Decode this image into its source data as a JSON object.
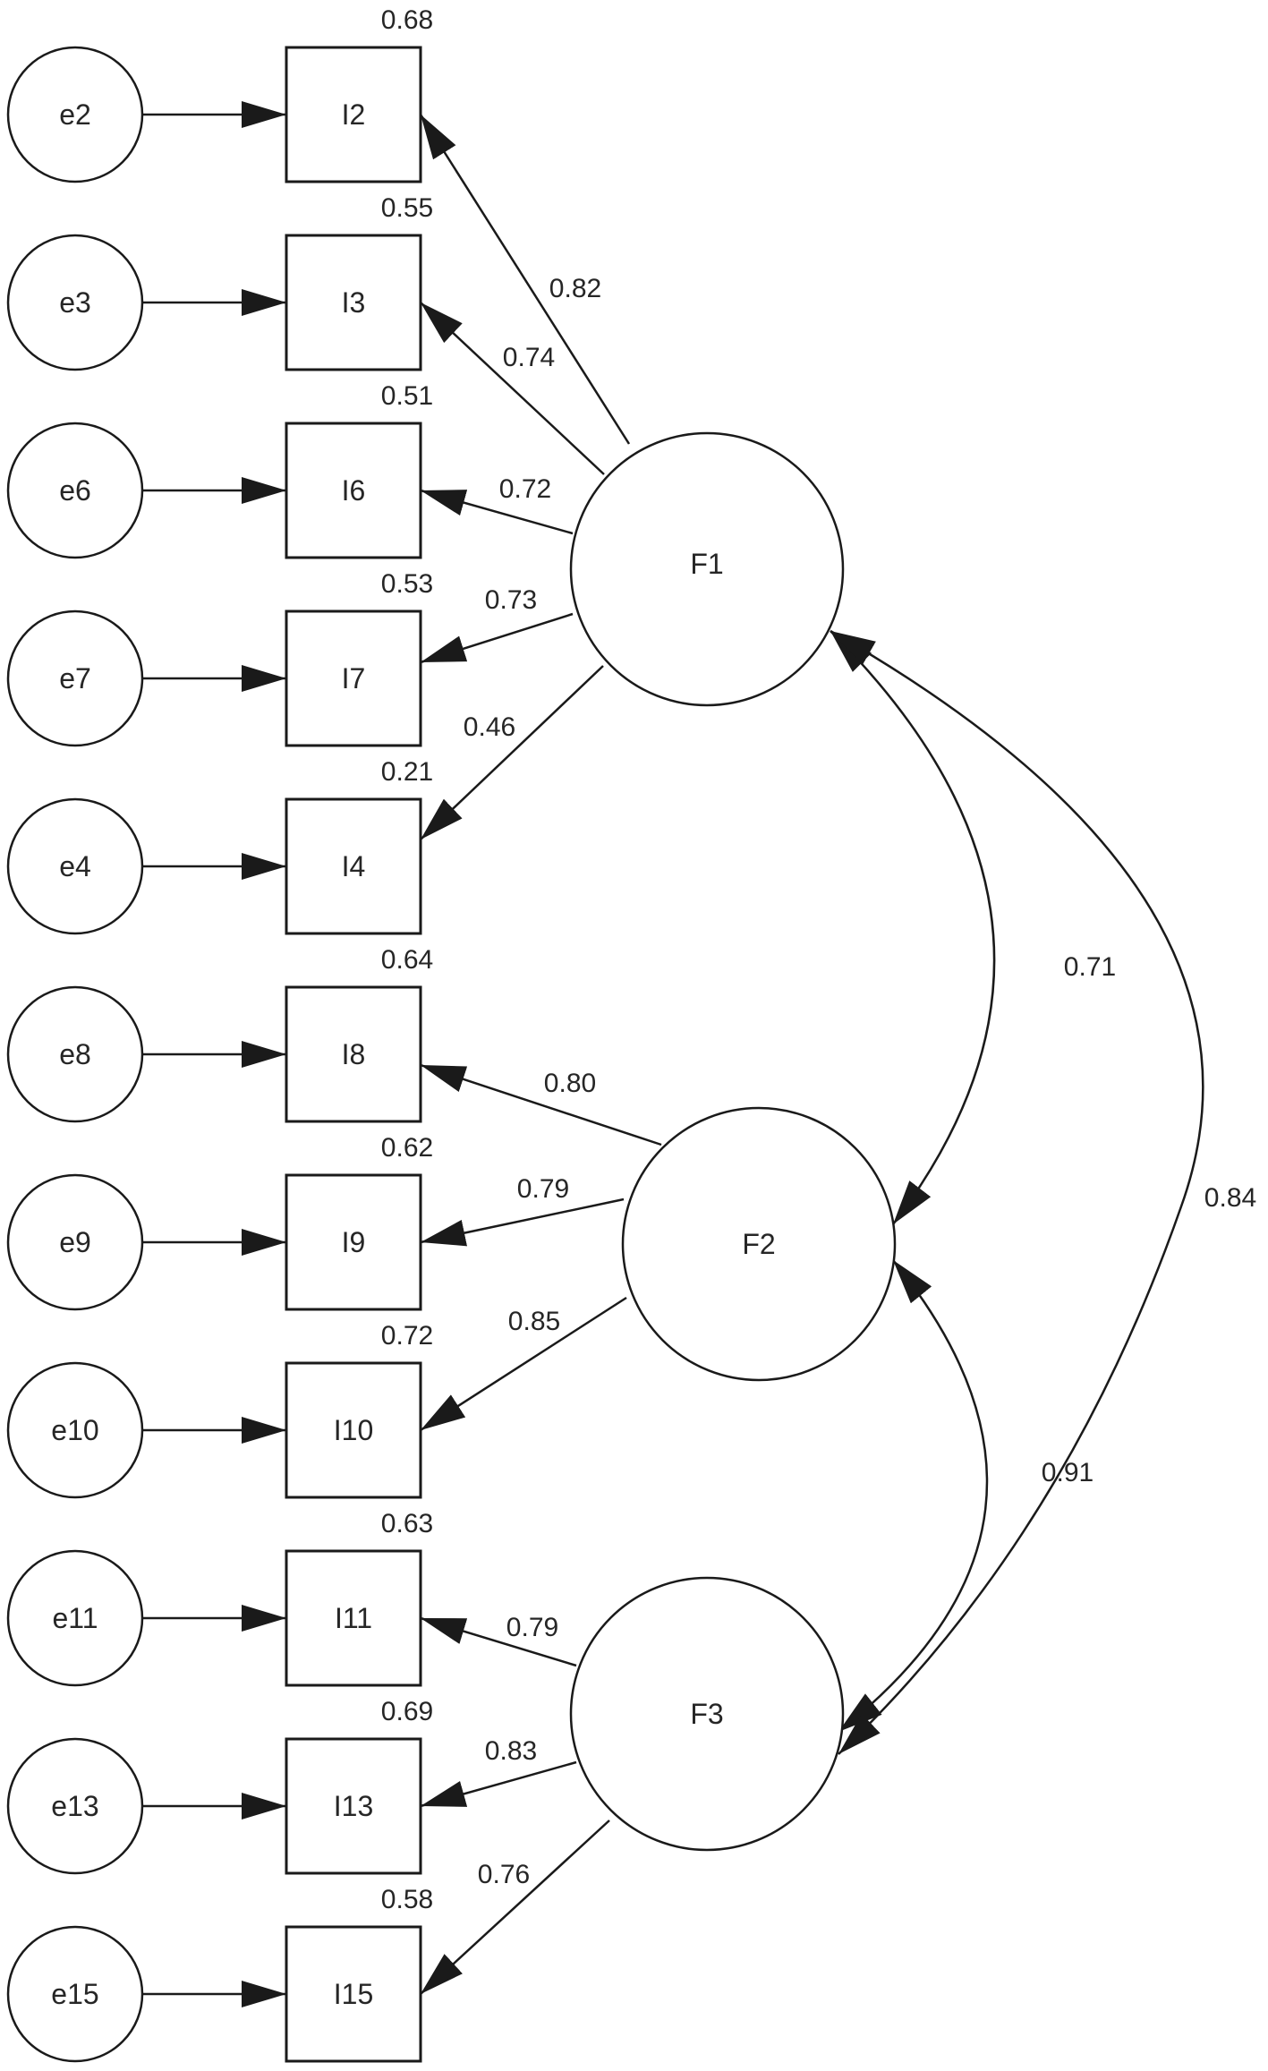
{
  "diagram": {
    "errors": {
      "e2": "e2",
      "e3": "e3",
      "e6": "e6",
      "e7": "e7",
      "e4": "e4",
      "e8": "e8",
      "e9": "e9",
      "e10": "e10",
      "e11": "e11",
      "e13": "e13",
      "e15": "e15"
    },
    "items": {
      "I2": "I2",
      "I3": "I3",
      "I6": "I6",
      "I7": "I7",
      "I4": "I4",
      "I8": "I8",
      "I9": "I9",
      "I10": "I10",
      "I11": "I11",
      "I13": "I13",
      "I15": "I15"
    },
    "factors": {
      "F1": "F1",
      "F2": "F2",
      "F3": "F3"
    },
    "r_squared": {
      "I2": "0.68",
      "I3": "0.55",
      "I6": "0.51",
      "I7": "0.53",
      "I4": "0.21",
      "I8": "0.64",
      "I9": "0.62",
      "I10": "0.72",
      "I11": "0.63",
      "I13": "0.69",
      "I15": "0.58"
    },
    "loadings": {
      "F1_I2": "0.82",
      "F1_I3": "0.74",
      "F1_I6": "0.72",
      "F1_I7": "0.73",
      "F1_I4": "0.46",
      "F2_I8": "0.80",
      "F2_I9": "0.79",
      "F2_I10": "0.85",
      "F3_I11": "0.79",
      "F3_I13": "0.83",
      "F3_I15": "0.76"
    },
    "covariances": {
      "F1_F2": "0.71",
      "F2_F3": "0.91",
      "F1_F3": "0.84"
    }
  },
  "colors": {
    "stroke": "#1a1a1a",
    "text": "#262626",
    "background": "#ffffff"
  }
}
